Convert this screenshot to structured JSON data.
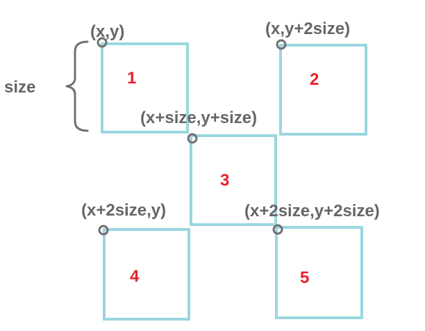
{
  "size_label": "size",
  "colors": {
    "box_stroke": "#9ad6e0",
    "marker": "#707070",
    "label_text": "#666666",
    "number_text": "#e8202a"
  },
  "boxes": [
    {
      "number": "1",
      "corner_label": "(x,y)"
    },
    {
      "number": "2",
      "corner_label": "(x,y+2size)"
    },
    {
      "number": "3",
      "corner_label": "(x+size,y+size)"
    },
    {
      "number": "4",
      "corner_label": "(x+2size,y)"
    },
    {
      "number": "5",
      "corner_label": "(x+2size,y+2size)"
    }
  ]
}
